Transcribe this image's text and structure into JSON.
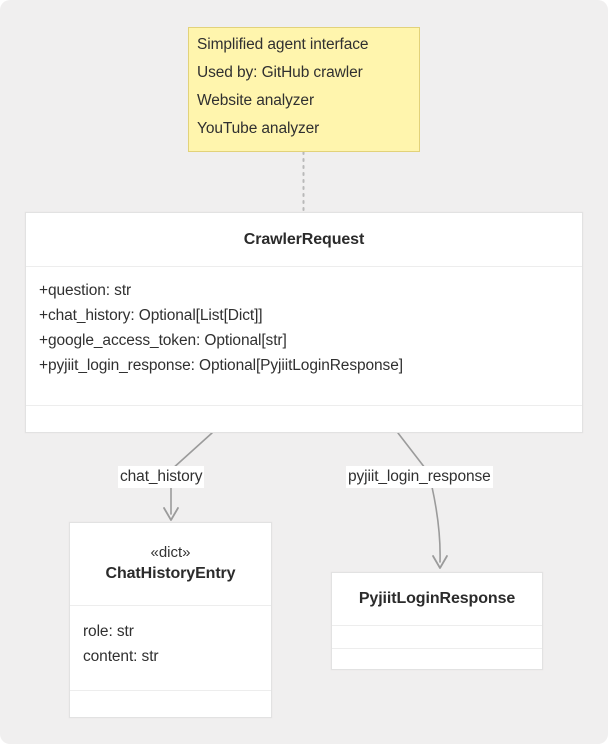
{
  "diagram": {
    "type": "uml-class-diagram",
    "background_color": "#f0efef",
    "note": {
      "fill_color": "#fff5ad",
      "border_color": "#e2d27a",
      "lines": [
        "Simplified agent interface",
        "Used by: GitHub crawler",
        "Website analyzer",
        "YouTube analyzer"
      ]
    },
    "classes": [
      {
        "id": "crawler-request",
        "stereotype": "",
        "name": "CrawlerRequest",
        "attributes": [
          "+question: str",
          "+chat_history: Optional[List[Dict]]",
          "+google_access_token: Optional[str]",
          "+pyjiit_login_response: Optional[PyjiitLoginResponse]"
        ],
        "operations": []
      },
      {
        "id": "chat-history-entry",
        "stereotype": "«dict»",
        "name": "ChatHistoryEntry",
        "attributes": [
          "role: str",
          "content: str"
        ],
        "operations": []
      },
      {
        "id": "pyjiit-login-response",
        "stereotype": "",
        "name": "PyjiitLoginResponse",
        "attributes": [],
        "operations": []
      }
    ],
    "edges": [
      {
        "id": "chat-history",
        "label": "chat_history",
        "from": "crawler-request",
        "to": "chat-history-entry",
        "style": "solid-arrow"
      },
      {
        "id": "pyjiit-login-response",
        "label": "pyjiit_login_response",
        "from": "crawler-request",
        "to": "pyjiit-login-response",
        "style": "solid-arrow"
      },
      {
        "id": "note-anchor",
        "label": "",
        "from": "note",
        "to": "crawler-request",
        "style": "dotted"
      }
    ],
    "edge_color": "#9b9b9b"
  }
}
